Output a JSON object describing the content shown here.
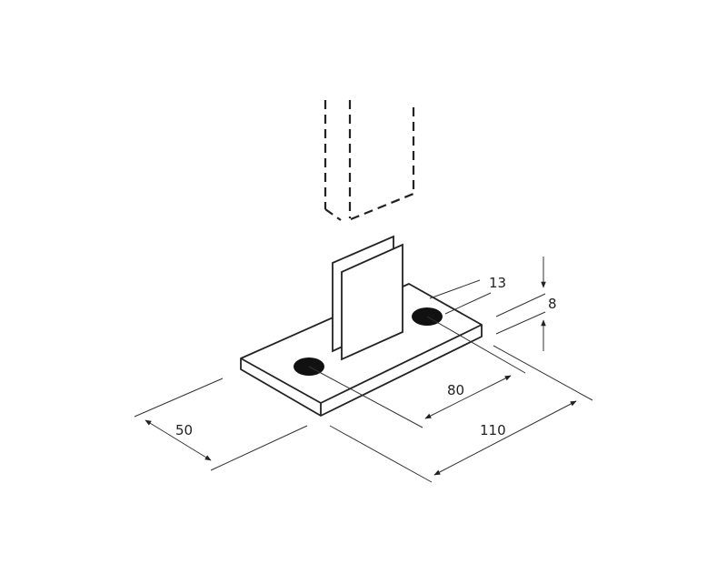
{
  "dimensions": {
    "hole_diameter": "13",
    "thickness": "8",
    "hole_spacing": "80",
    "length": "110",
    "width": "50"
  },
  "colors": {
    "line": "#222222",
    "hole": "#111111"
  }
}
